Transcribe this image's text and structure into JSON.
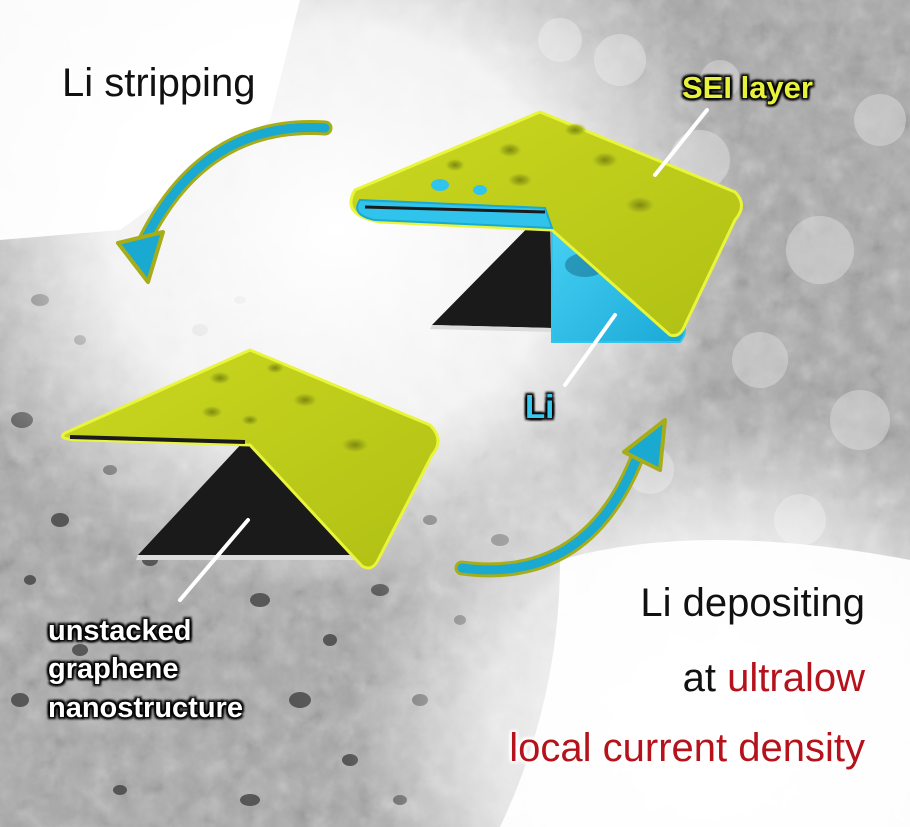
{
  "labels": {
    "li_stripping": "Li stripping",
    "sei_layer": "SEI layer",
    "li": "Li",
    "unstacked_lines": [
      "unstacked",
      "graphene",
      "nanostructure"
    ],
    "li_depositing": "Li depositing",
    "at_word": "at",
    "ultralow": "ultralow",
    "local_current_density": "local current density"
  },
  "colors": {
    "sei_yellow": "#c4d31c",
    "sei_rim": "#e9f53a",
    "lithium_blue": "#30c4ec",
    "graphene_black": "#1a1a1a",
    "arrow_blue": "#1aa9d0",
    "arrow_outline": "#a6ad19",
    "highlight_red": "#b5121b"
  }
}
